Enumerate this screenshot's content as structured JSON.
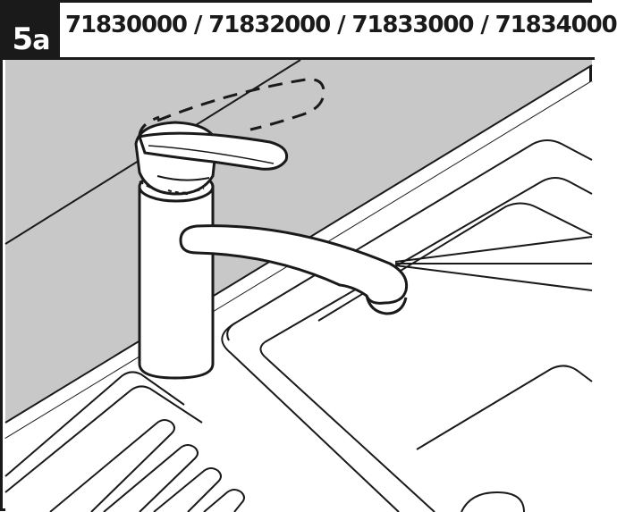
{
  "step": {
    "number": "5",
    "letter": "a"
  },
  "title": "71830000 / 71832000 / 71833000 / 71834000",
  "colors": {
    "ink": "#1a1a1a",
    "wall": "#c8c8c8",
    "paper": "#ffffff"
  },
  "icons": [
    "faucet-illustration",
    "rotation-indicator-icon",
    "water-spray-icon",
    "sink-basin",
    "drainboard-grooves"
  ]
}
